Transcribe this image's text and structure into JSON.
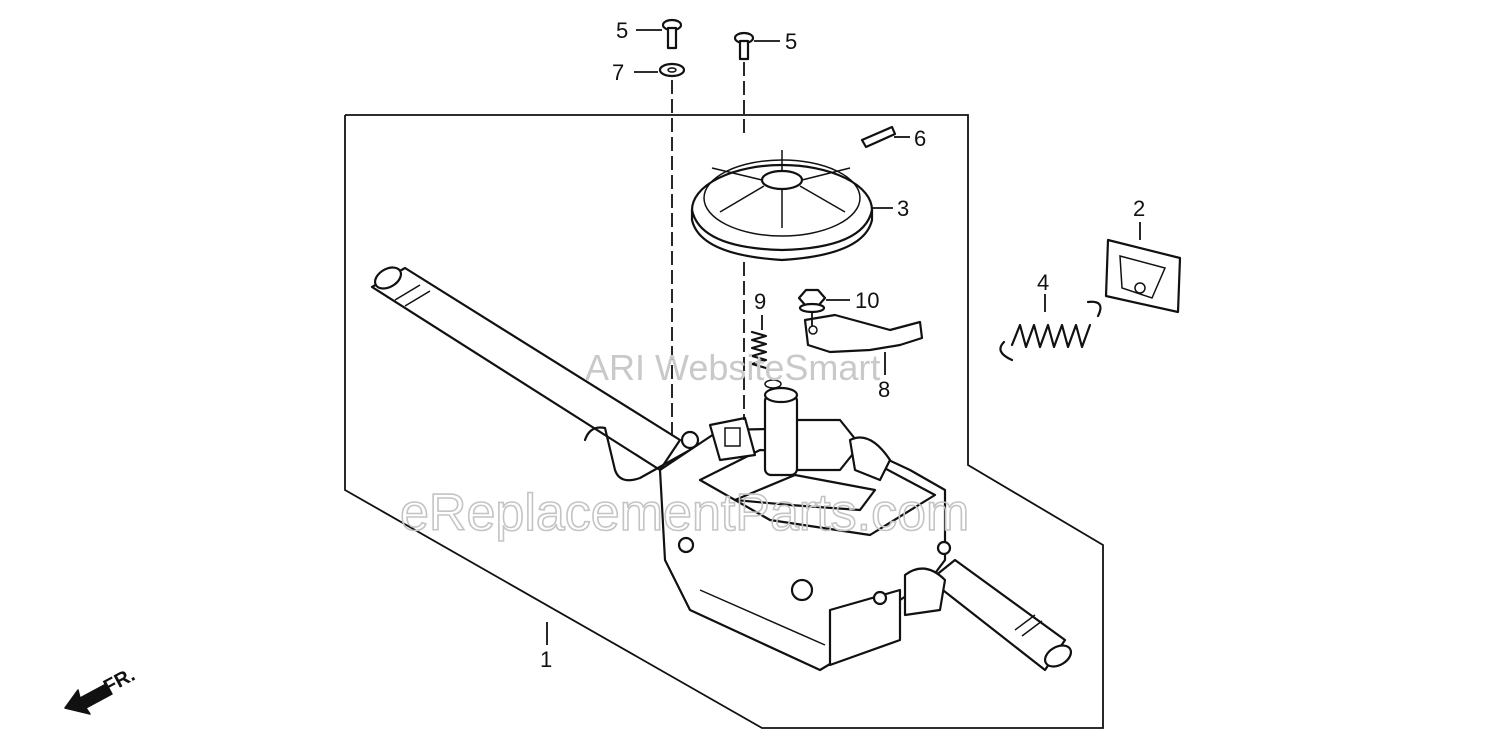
{
  "diagram": {
    "callouts": {
      "c1": "1",
      "c2": "2",
      "c3": "3",
      "c4": "4",
      "c5a": "5",
      "c5b": "5",
      "c6": "6",
      "c7": "7",
      "c8": "8",
      "c9": "9",
      "c10": "10"
    },
    "watermarks": {
      "ari": "ARI WebsiteSmart",
      "site": "eReplacementParts.com"
    },
    "direction_label": "FR."
  }
}
